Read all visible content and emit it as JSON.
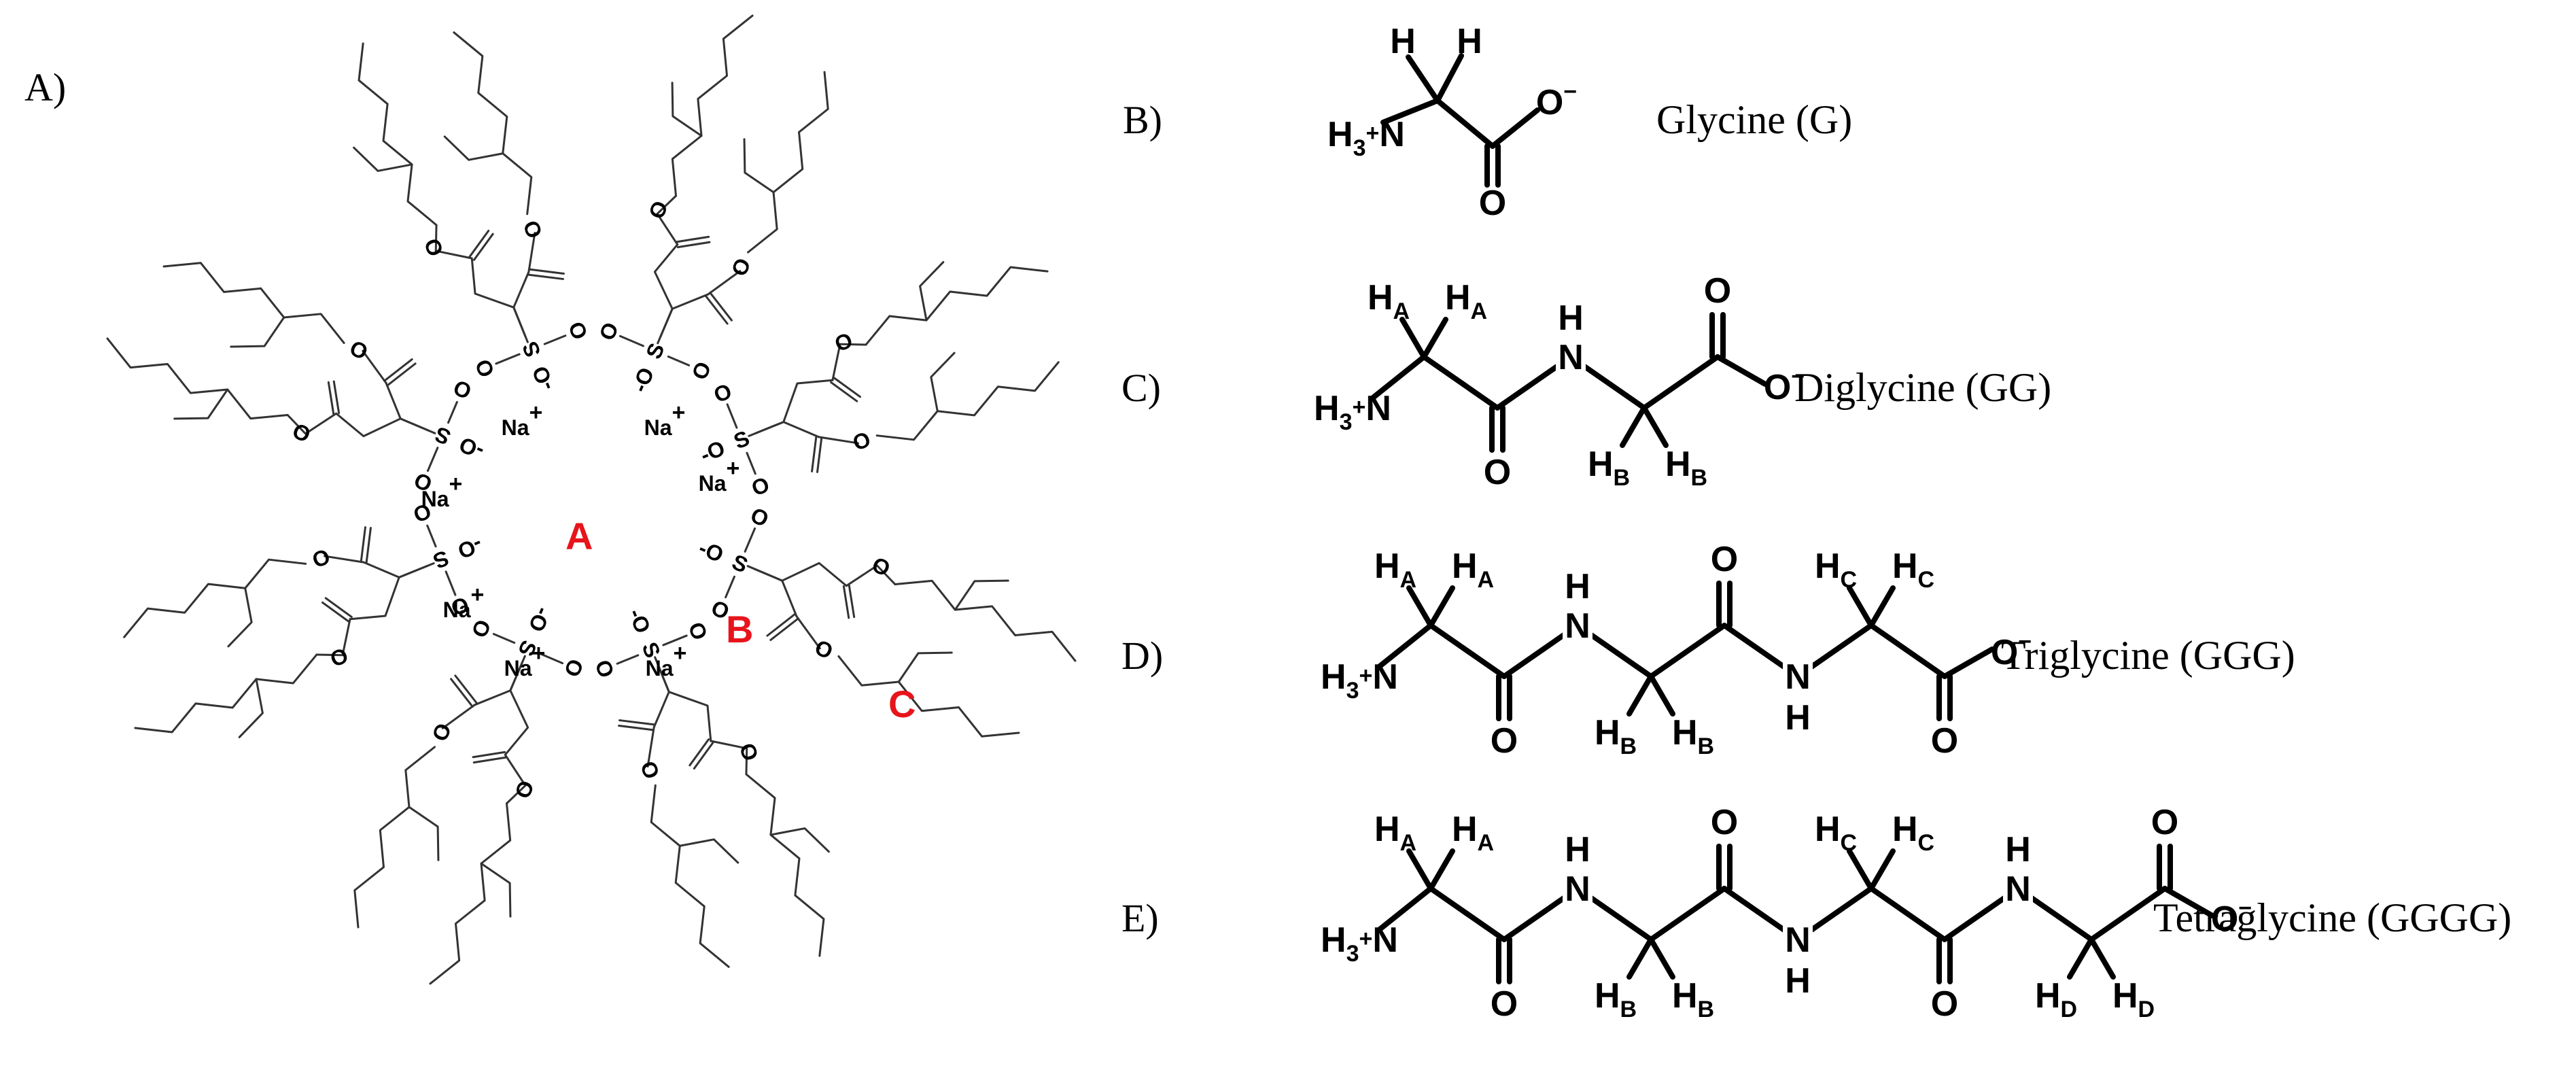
{
  "panels": {
    "a": {
      "label": "A)",
      "regions": [
        "A",
        "B",
        "C"
      ],
      "counter_ion": "Na",
      "counter_charge": "+",
      "sulfonate": "S",
      "oxygen": "O",
      "minus": "-"
    },
    "b": {
      "label": "B)",
      "name": "Glycine (G)"
    },
    "c": {
      "label": "C)",
      "name": "Diglycine (GG)"
    },
    "d": {
      "label": "D)",
      "name": "Triglycine (GGG)"
    },
    "e": {
      "label": "E)",
      "name": "Tetraglycine (GGGG)"
    }
  },
  "atoms": {
    "amine": "H",
    "amine_sub": "3",
    "amine_charge": "+",
    "amine_n": "N",
    "hydrogen": "H",
    "nitrogen": "N",
    "oxygen": "O",
    "carboxylate_charge": "−",
    "h_labels": [
      "A",
      "B",
      "C",
      "D"
    ]
  },
  "colors": {
    "region_label": "#e8141b",
    "ink": "#000000",
    "tail": "#333333"
  }
}
